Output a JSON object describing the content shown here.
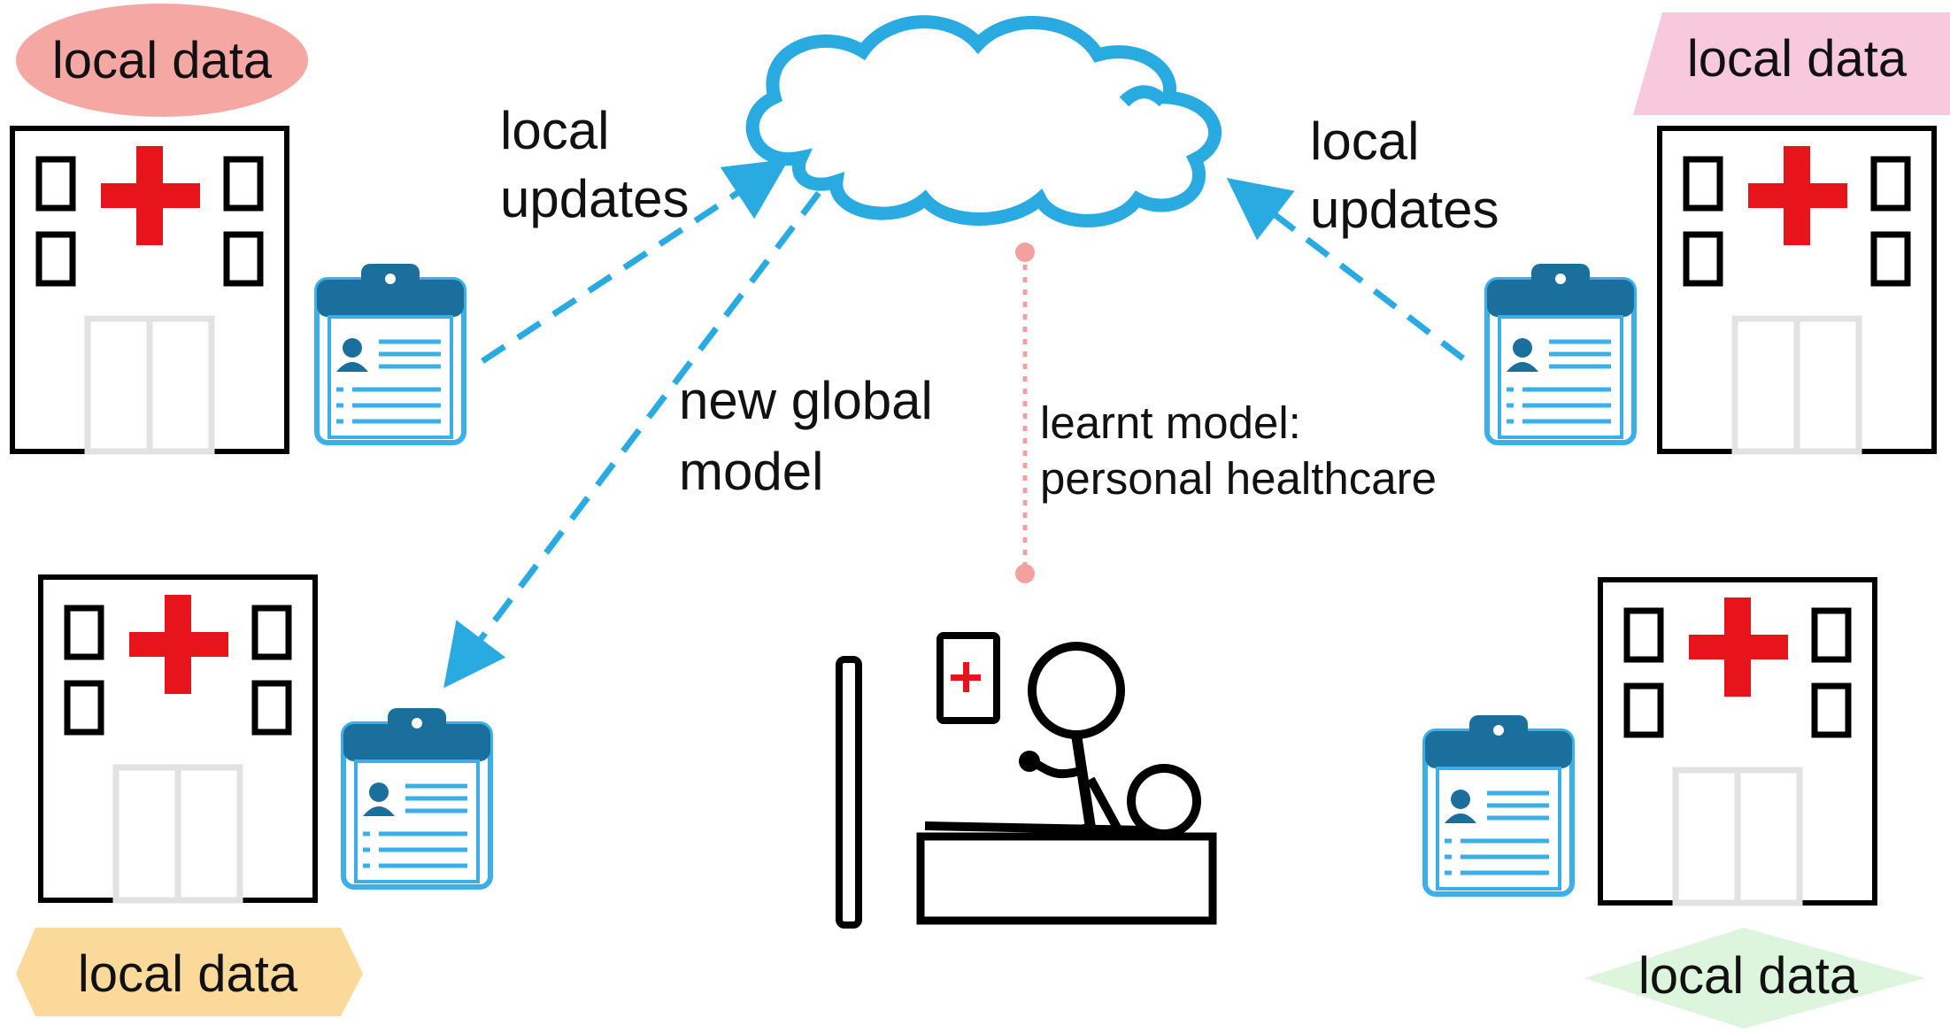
{
  "labels": {
    "local_data_top_left": "local data",
    "local_data_top_right": "local data",
    "local_data_bottom_left": "local data",
    "local_data_bottom_right": "local data",
    "local_updates_left_line1": "local",
    "local_updates_left_line2": "updates",
    "local_updates_right_line1": "local",
    "local_updates_right_line2": "updates",
    "new_global_model_line1": "new global",
    "new_global_model_line2": "model",
    "learnt_model_line1": "learnt model:",
    "learnt_model_line2": "personal healthcare"
  },
  "colors": {
    "arrow": "#29ABE2",
    "cloud": "#29ABE2",
    "cross": "#E8141B",
    "clipboard": "#1B6F9C",
    "clipboard_light": "#3BB0E8",
    "link_dots": "#F5A0A0",
    "tag_top_left": "#F4A7A3",
    "tag_top_right": "#F8C8DC",
    "tag_bottom_left": "#FAD99A",
    "tag_bottom_right": "#DDF5DD"
  },
  "icons": [
    "hospital-icon",
    "clipboard-icon",
    "cloud-icon",
    "doctor-patient-icon"
  ]
}
